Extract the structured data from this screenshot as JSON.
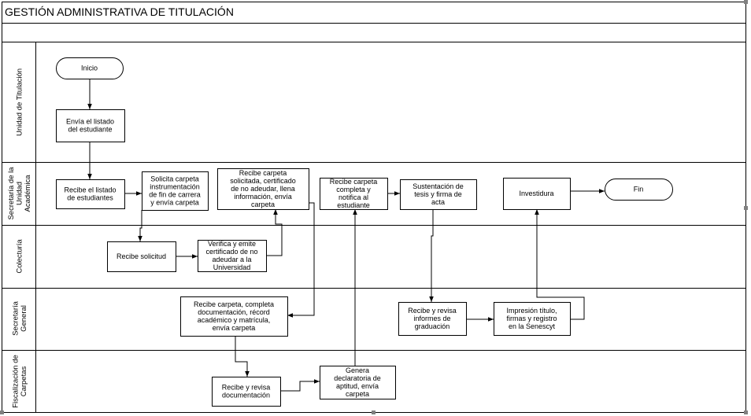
{
  "title": "GESTIÓN ADMINISTRATIVA DE TITULACIÓN",
  "lanes": [
    {
      "id": "ut",
      "label": [
        "Unidad de Titulación"
      ]
    },
    {
      "id": "sua",
      "label": [
        "Secretaría de la",
        "Unidad",
        "Académica"
      ]
    },
    {
      "id": "col",
      "label": [
        "Colecturía"
      ]
    },
    {
      "id": "sg",
      "label": [
        "Secretaría",
        "General"
      ]
    },
    {
      "id": "fc",
      "label": [
        "Fiscalización de",
        "Carpetas"
      ]
    }
  ],
  "nodes": {
    "inicio": {
      "shape": "terminal",
      "lines": [
        "Inicio"
      ]
    },
    "envia_listado": {
      "shape": "process",
      "lines": [
        "Envía el listado",
        "del estudiante"
      ]
    },
    "recibe_listado": {
      "shape": "process",
      "lines": [
        "Recibe el listado",
        "de estudiantes"
      ]
    },
    "solicita_carpeta": {
      "shape": "process",
      "lines": [
        "Solicita carpeta",
        "instrumentación",
        "de fin de carrera",
        "y envía carpeta"
      ]
    },
    "recibe_solicitada": {
      "shape": "process",
      "lines": [
        "Recibe carpeta",
        "solicitada, certificado",
        "de no adeudar, llena",
        "información, envía",
        "carpeta"
      ]
    },
    "recibe_completa": {
      "shape": "process",
      "lines": [
        "Recibe carpeta",
        "completa y",
        "notifica al",
        "estudiante"
      ]
    },
    "sustentacion": {
      "shape": "process",
      "lines": [
        "Sustentación de",
        "tesis y firma de",
        "acta"
      ]
    },
    "investidura": {
      "shape": "process",
      "lines": [
        "Investidura"
      ]
    },
    "fin": {
      "shape": "terminal",
      "lines": [
        "Fin"
      ]
    },
    "recibe_solicitud": {
      "shape": "process",
      "lines": [
        "Recibe solicitud"
      ]
    },
    "verifica": {
      "shape": "process",
      "lines": [
        "Verifica y emite",
        "certificado de no",
        "adeudar a la",
        "Universidad"
      ]
    },
    "recibe_sg": {
      "shape": "process",
      "lines": [
        "Recibe carpeta, completa",
        "documentación, récord",
        "académico y matrícula,",
        "envía carpeta"
      ]
    },
    "recibe_informes": {
      "shape": "process",
      "lines": [
        "Recibe y revisa",
        "informes de",
        "graduación"
      ]
    },
    "impresion": {
      "shape": "process",
      "lines": [
        "Impresión título,",
        "firmas y registro",
        "en la Senescyt"
      ]
    },
    "recibe_revisa_doc": {
      "shape": "process",
      "lines": [
        "Recibe y revisa",
        "documentación"
      ]
    },
    "genera": {
      "shape": "process",
      "lines": [
        "Genera",
        "declaratoria de",
        "aptitud, envía",
        "carpeta"
      ]
    }
  },
  "edges": [
    [
      "inicio",
      "envia_listado"
    ],
    [
      "envia_listado",
      "recibe_listado"
    ],
    [
      "recibe_listado",
      "solicita_carpeta"
    ],
    [
      "solicita_carpeta",
      "recibe_solicitud"
    ],
    [
      "recibe_solicitud",
      "verifica"
    ],
    [
      "verifica",
      "recibe_solicitada"
    ],
    [
      "recibe_solicitada",
      "recibe_sg"
    ],
    [
      "recibe_sg",
      "recibe_revisa_doc"
    ],
    [
      "recibe_revisa_doc",
      "genera"
    ],
    [
      "genera",
      "recibe_completa"
    ],
    [
      "recibe_completa",
      "sustentacion"
    ],
    [
      "sustentacion",
      "recibe_informes"
    ],
    [
      "recibe_informes",
      "impresion"
    ],
    [
      "impresion",
      "investidura"
    ],
    [
      "investidura",
      "fin"
    ]
  ]
}
